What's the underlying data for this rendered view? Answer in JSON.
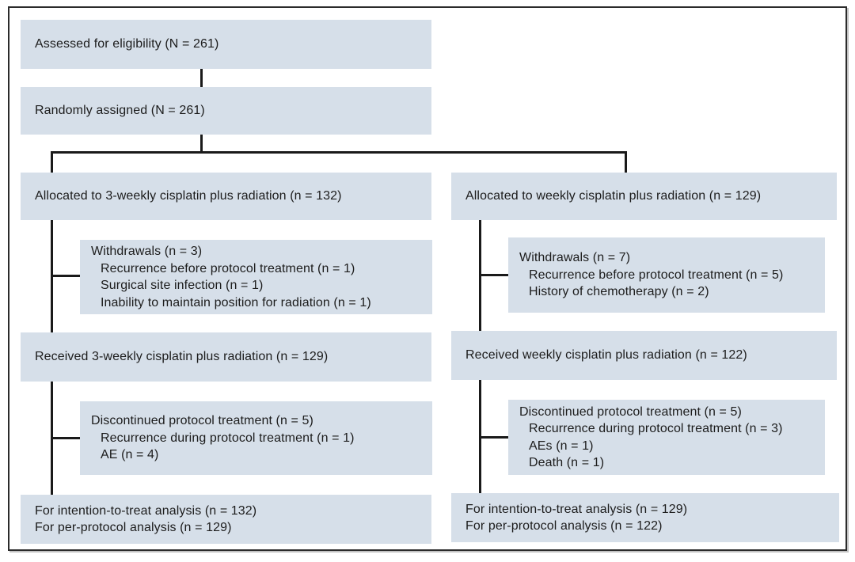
{
  "figure": {
    "type": "consort-flow-diagram",
    "colors": {
      "box_fill": "#d6dfe9",
      "line": "#1a1a1a",
      "text": "#1c1c1c",
      "border": "#2b2b2b"
    },
    "boxes": {
      "assessed": {
        "lines": [
          "Assessed for eligibility (N = 261)"
        ]
      },
      "randomized": {
        "lines": [
          "Randomly assigned (N = 261)"
        ]
      },
      "allocated_3weekly": {
        "lines": [
          "Allocated to 3-weekly cisplatin plus radiation (n = 132)"
        ]
      },
      "allocated_weekly": {
        "lines": [
          "Allocated to weekly cisplatin plus radiation (n = 129)"
        ]
      },
      "withdrawals_3weekly": {
        "lines": [
          "Withdrawals (n = 3)",
          "Recurrence before protocol treatment (n = 1)",
          "Surgical site infection (n = 1)",
          "Inability to maintain position for radiation (n = 1)"
        ]
      },
      "withdrawals_weekly": {
        "lines": [
          "Withdrawals (n = 7)",
          "Recurrence before protocol treatment (n = 5)",
          "History of chemotherapy (n = 2)"
        ]
      },
      "received_3weekly": {
        "lines": [
          "Received 3-weekly cisplatin plus radiation (n = 129)"
        ]
      },
      "received_weekly": {
        "lines": [
          "Received weekly cisplatin plus radiation (n = 122)"
        ]
      },
      "discontinued_3weekly": {
        "lines": [
          "Discontinued protocol treatment (n = 5)",
          "Recurrence during protocol treatment (n = 1)",
          "AE (n = 4)"
        ]
      },
      "discontinued_weekly": {
        "lines": [
          "Discontinued protocol treatment (n = 5)",
          "Recurrence during protocol treatment (n = 3)",
          "AEs (n = 1)",
          "Death (n = 1)"
        ]
      },
      "analysis_3weekly": {
        "lines": [
          "For intention-to-treat analysis (n = 132)",
          "For per-protocol analysis (n = 129)"
        ]
      },
      "analysis_weekly": {
        "lines": [
          "For intention-to-treat analysis (n = 129)",
          "For per-protocol analysis (n = 122)"
        ]
      }
    }
  }
}
